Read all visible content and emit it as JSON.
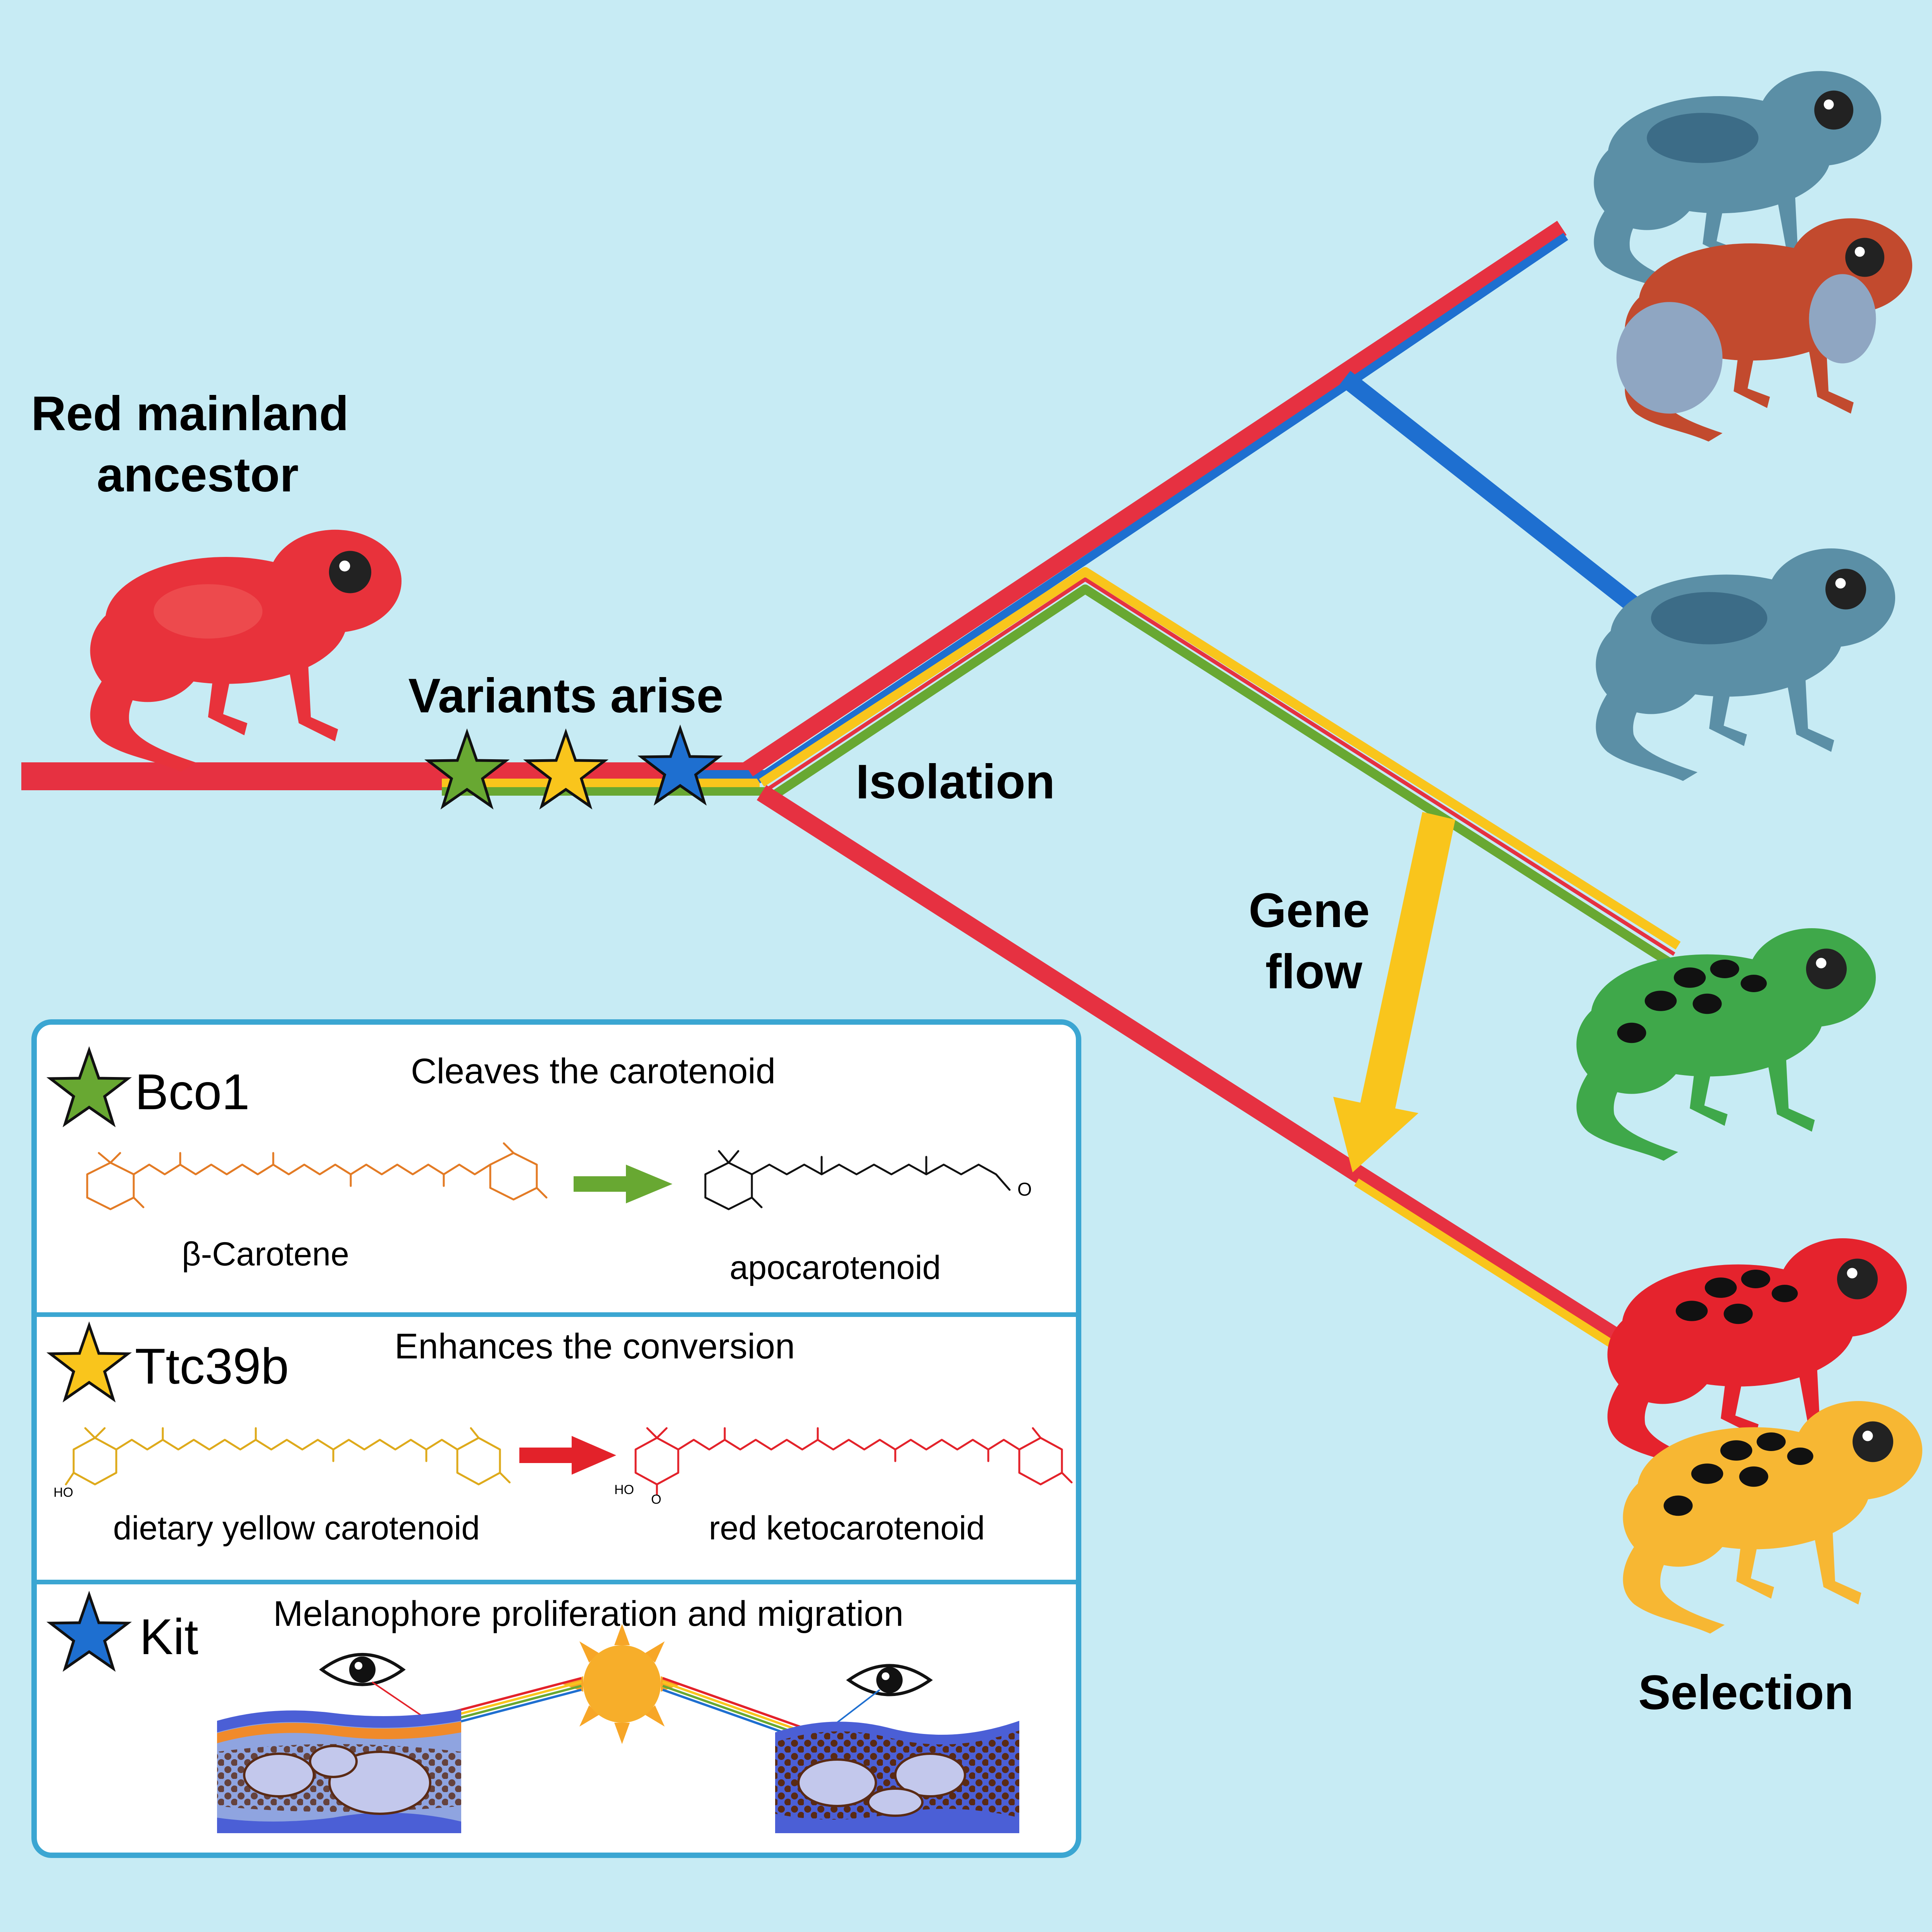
{
  "labels": {
    "ancestor_line1": "Red mainland",
    "ancestor_line2": "ancestor",
    "variants": "Variants arise",
    "isolation": "Isolation",
    "geneflow_line1": "Gene",
    "geneflow_line2": "flow",
    "selection": "Selection"
  },
  "colors": {
    "background": "#c7ebf4",
    "red": "#e63141",
    "blue": "#1e6fd0",
    "yellow": "#f9c51c",
    "green": "#68a832",
    "orange_text": "#e37b25",
    "yellow_text": "#deaa1b",
    "red_text": "#e3222a",
    "panel_border": "#3ba6d2"
  },
  "legend": {
    "rows": [
      {
        "star_color": "green",
        "gene": "Bco1",
        "description": "Cleaves the carotenoid",
        "substrate": "β-Carotene",
        "product": "apocarotenoid",
        "arrow_color": "green"
      },
      {
        "star_color": "yellow",
        "gene": "Ttc39b",
        "description": "Enhances the conversion",
        "substrate": "dietary yellow carotenoid",
        "product": "red ketocarotenoid",
        "arrow_color": "red"
      },
      {
        "star_color": "blue",
        "gene": "Kit",
        "description": "Melanophore proliferation and migration"
      }
    ],
    "chem_atoms": {
      "hydroxyl": "HO",
      "oxo": "O"
    }
  },
  "frogs": [
    {
      "icon": "frog-red-ancestor",
      "color": "red"
    },
    {
      "icon": "frog-blue",
      "color": "blue"
    },
    {
      "icon": "frog-red-blue-legs",
      "color": "red-blue"
    },
    {
      "icon": "frog-blue",
      "color": "blue"
    },
    {
      "icon": "frog-green-spotted",
      "color": "green"
    },
    {
      "icon": "frog-red-spotted",
      "color": "red"
    },
    {
      "icon": "frog-yellow-spotted",
      "color": "yellow"
    }
  ],
  "icons": [
    "star-icon",
    "eye-icon",
    "sun-icon",
    "skin-cross-section"
  ]
}
